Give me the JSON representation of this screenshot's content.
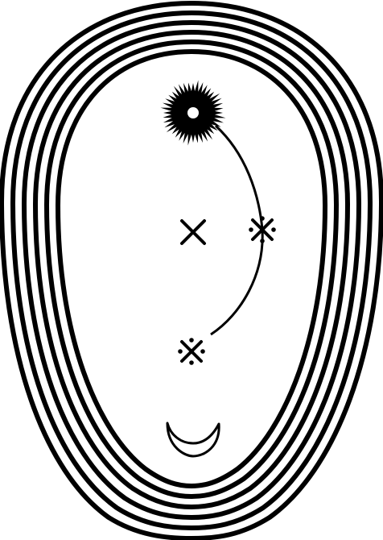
{
  "figure": {
    "elements": [
      {
        "key": "concentric-rings",
        "icon": "concentric-oval-rings",
        "count": 6
      },
      {
        "key": "sun",
        "icon": "sun-icon"
      },
      {
        "key": "center-cross",
        "icon": "x-cross-icon"
      },
      {
        "key": "star-right",
        "icon": "dotted-cross-star-icon"
      },
      {
        "key": "star-lower",
        "icon": "dotted-cross-star-icon"
      },
      {
        "key": "moon",
        "icon": "crescent-moon-icon"
      }
    ],
    "colors": {
      "ink": "#000000",
      "paper": "#ffffff"
    }
  }
}
